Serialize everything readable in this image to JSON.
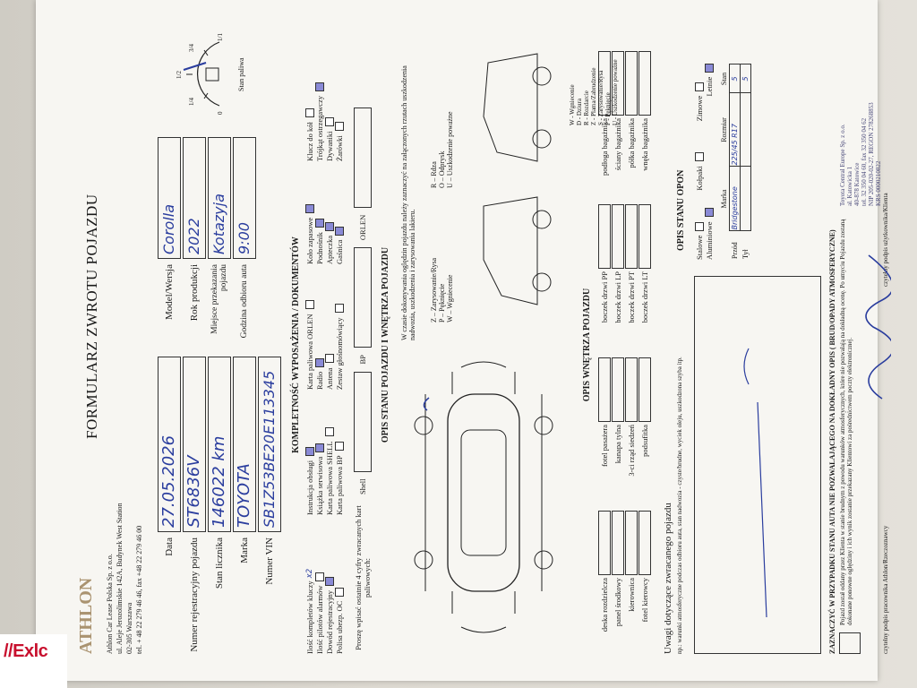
{
  "form": {
    "brand": "ATHLON",
    "title": "FORMULARZ ZWROTU POJAZDU",
    "company": [
      "Athlon Car Lease Polska Sp. z o.o.",
      "ul. Aleje Jerozolimskie 142A, Budynek West Station",
      "02-305 Warszawa",
      "tel. + 48 22 279 46 46, fax +48 22 279 46 00"
    ],
    "left_fields": [
      {
        "label": "Data",
        "value": "27.05.2026"
      },
      {
        "label": "Numer rejestracyjny pojazdu",
        "value": "ST6836V"
      },
      {
        "label": "Stan licznika",
        "value": "146022 km"
      },
      {
        "label": "Marka",
        "value": "TOYOTA"
      },
      {
        "label": "Numer VIN",
        "value": "SB1Z53BE20E113345"
      }
    ],
    "right_fields": [
      {
        "label": "Model/Wersja",
        "value": "Corolla"
      },
      {
        "label": "Rok produkcji",
        "value": "2022"
      },
      {
        "label": "Miejsce przekazania pojazdu",
        "value": "Kotazyja"
      },
      {
        "label": "Godzina odbioru auta",
        "value": "9:00"
      }
    ],
    "fuel": {
      "title": "Stan paliwa",
      "marks": [
        "0",
        "1/4",
        "1/2",
        "3/4",
        "1/1"
      ]
    },
    "keys": {
      "label": "Ilość kompletów kluczy",
      "value": "x2"
    },
    "equipment_title": "KOMPLETNOŚĆ WYPOSAŻENIA / DOKUMENTÓW",
    "equipment_left": [
      {
        "label": "Ilość pilotów alarmów",
        "on": false
      },
      {
        "label": "Dowód rejestracyjny",
        "on": true
      },
      {
        "label": "Polisa ubezp. OC",
        "on": false
      }
    ],
    "equipment_mid": [
      {
        "label": "Instrukcja obsługi",
        "on": true
      },
      {
        "label": "Książka serwisowa",
        "on": true
      },
      {
        "label": "Karta paliwowa SHELL",
        "on": false
      },
      {
        "label": "Karta paliwowa BP",
        "on": false
      }
    ],
    "equipment_mid2": [
      {
        "label": "Karta paliwowa ORLEN",
        "on": false
      },
      {
        "label": "Radio",
        "on": true
      },
      {
        "label": "Antena",
        "on": false
      },
      {
        "label": "Zestaw głośnomówiący",
        "on": false
      }
    ],
    "equipment_right": [
      {
        "label": "Koło zapasowe",
        "on": true
      },
      {
        "label": "Podnośnik",
        "on": true
      },
      {
        "label": "Apteczka",
        "on": true
      },
      {
        "label": "Gaśnica",
        "on": true
      }
    ],
    "equipment_far": [
      {
        "label": "Klucz do kół",
        "on": false
      },
      {
        "label": "Trójkąt ostrzegawczy",
        "on": true
      },
      {
        "label": "Dywaniki",
        "on": false
      },
      {
        "label": "Żarówki",
        "on": false
      }
    ],
    "fuel_cards_note": "Proszę wpisać ostatnie 4 cyfry zwracanych kart paliwowych:",
    "fuel_cards": [
      "Shell",
      "BP",
      "ORLEN"
    ],
    "condition_title": "OPIS STANU POJAZDU I WNĘTRZA POJAZDU",
    "condition_note": "W czasie dokonywania oględzin pojazdu należy zaznaczyć na załączonych rzutach uszkodzenia nadwozia, uszkodzenia i zarysowania lakieru.",
    "damage_legend": [
      "Z – Zarysowanie/Rysa",
      "P – Pęknięcie",
      "W – Wgniecenie",
      "R – Rdza",
      "O – Odprysk",
      "U – Uszkodzenie poważne"
    ],
    "interior_title": "OPIS WNĘTRZA POJAZDU",
    "interior_left": [
      "deska rozdzielcza",
      "panel środkowy",
      "kierownica",
      "fotel kierowcy"
    ],
    "interior_mid": [
      "fotel pasażera",
      "kanapa tylna",
      "3-ci rząd siedzeń",
      "podsufitka"
    ],
    "interior_right": [
      "boczek drzwi PP",
      "boczek drzwi LP",
      "boczek drzwi PT",
      "boczek drzwi LT"
    ],
    "interior_far": [
      "podłoga bagażnika",
      "ściany bagażnika",
      "półka bagażnika",
      "wnęka bagażnika"
    ],
    "legend2": [
      "W - Wgniecenie",
      "D - Dziura",
      "R - Rozdarcie",
      "Z - Plama/Zabrudzenie",
      "S - Zarysowanie/Rysa",
      "P - Pęknięcie",
      "U - Uszkodzenie poważne"
    ],
    "remarks_title": "Uwagi dotyczące zwracanego pojazdu",
    "remarks_note": "np.: warunki atmosferyczne podczas odbioru auta, stan nadwozia - czyste/brudne, wyciek oleju, uszkodzona szyba itp.",
    "tires_title": "OPIS STANU OPON",
    "tires_types": [
      "Stalowe",
      "Aluminiowe",
      "Kołpaki",
      "Zimowe",
      "Letnie"
    ],
    "tires_table": {
      "headers": [
        "Marka",
        "Rozmiar",
        "Stan"
      ],
      "rows": [
        [
          "Przód",
          "Bridgestone",
          "225/45 R17",
          "5"
        ],
        [
          "Tył",
          "",
          "",
          "5"
        ]
      ]
    },
    "weather_title": "ZAZNACZYĆ W PRZYPADKU STANU AUTA NIE POZWALAJĄCEGO NA DOKŁADNY OPIS ( BRUD/OPADY ATMOSFERYCZNE)",
    "weather_text": "Pojazd został oddany przez Klienta w stanie brudnym z powodu warunków atmosferycznych, które nie pozwalają na dokładną ocenę. Po umyciu Pojazdu zostaną dokonane ponowne oględziny i ich wynik zostanie przekazany Klientowi za pośrednictwem poczty elektronicznej.",
    "sign_athlon": "czytelny podpis pracownika Athlon/Rzeczoznawcy",
    "sign_user": "czytelny podpis użytkownika/Klienta",
    "stamp": [
      "Toyota Central Europe Sp. z o.o.",
      "al. Katowicka 1",
      "40-878 Katowice",
      "tel. 32 350 04 60, fax 32 350 04 62",
      "NIP 205-020-02-27, REGON 278268853",
      "KRS 0000210822"
    ]
  },
  "watermark": "//Exlc"
}
